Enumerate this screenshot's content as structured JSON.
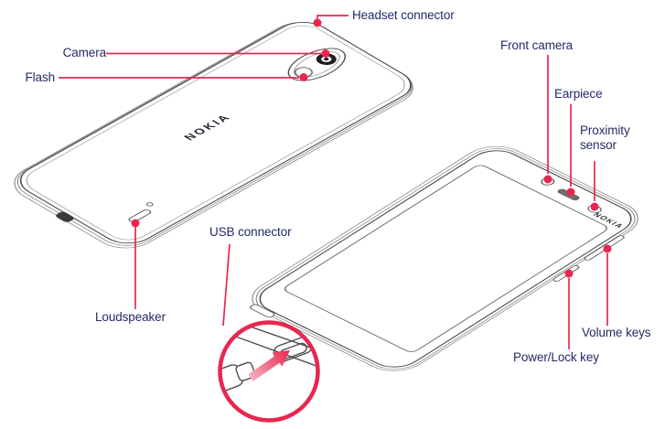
{
  "callouts": {
    "headset": "Headset connector",
    "camera": "Camera",
    "flash": "Flash",
    "loudspeaker": "Loudspeaker",
    "usb": "USB connector",
    "front_camera": "Front camera",
    "earpiece": "Earpiece",
    "proximity": "Proximity sensor",
    "volume": "Volume keys",
    "power": "Power/Lock key"
  },
  "branding": {
    "back": "NOKIA",
    "front": "NOKIA"
  },
  "colors": {
    "callout_line": "#e8274e",
    "label_text": "#232b66",
    "outline": "#4d4d4d",
    "arrow_tail": "#f6aebf"
  }
}
